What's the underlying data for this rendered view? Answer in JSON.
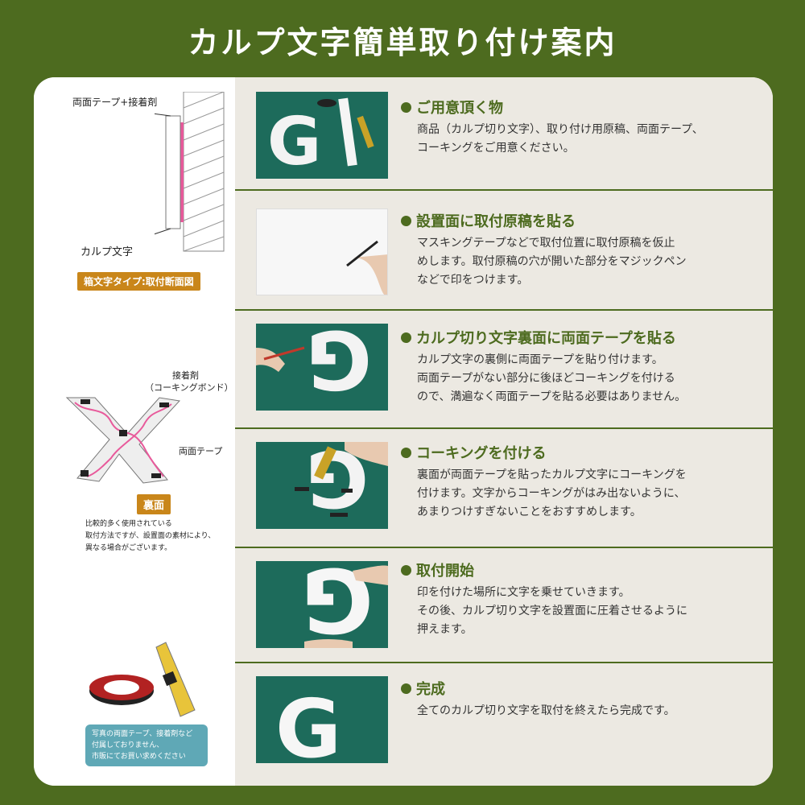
{
  "title": "カルプ文字簡単取り付け案内",
  "left": {
    "label_tape_adhesive": "両面テープ+接着剤",
    "label_letter": "カルプ文字",
    "badge_section": "箱文字タイプ:取付断面図",
    "label_adhesive": "接着剤",
    "label_bond": "（コーキングボンド）",
    "label_tape": "両面テープ",
    "badge_back": "裏面",
    "note": "比較的多く使用されている\n取付方法ですが、設置面の素材により、\n異なる場合がございます。",
    "supply_note": "写真の両面テープ、接着剤など\n付属しておりません、\n市販にてお買い求めください"
  },
  "steps": [
    {
      "title": "ご用意頂く物",
      "desc": "商品（カルプ切り文字）、取り付け用原稿、両面テープ、\nコーキングをご用意ください。"
    },
    {
      "title": "設置面に取付原稿を貼る",
      "desc": "マスキングテープなどで取付位置に取付原稿を仮止\nめします。取付原稿の穴が開いた部分をマジックペン\nなどで印をつけます。"
    },
    {
      "title": "カルプ切り文字裏面に両面テープを貼る",
      "desc": "カルプ文字の裏側に両面テープを貼り付けます。\n両面テープがない部分に後ほどコーキングを付ける\nので、満遍なく両面テープを貼る必要はありません。"
    },
    {
      "title": "コーキングを付ける",
      "desc": "裏面が両面テープを貼ったカルプ文字にコーキングを\n付けます。文字からコーキングがはみ出ないように、\nあまりつけすぎないことをおすすめします。"
    },
    {
      "title": "取付開始",
      "desc": "印を付けた場所に文字を乗せていきます。\nその後、カルプ切り文字を設置面に圧着させるように\n押えます。"
    },
    {
      "title": "完成",
      "desc": "全てのカルプ切り文字を取付を終えたら完成です。"
    }
  ]
}
